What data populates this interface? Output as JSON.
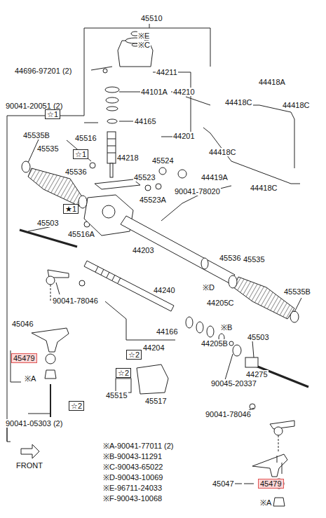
{
  "diagram": {
    "nodes": [
      {
        "text": [
          "☆1"
        ]
      },
      {
        "text": [
          "☆1"
        ]
      },
      {
        "text": [
          "★1"
        ]
      },
      {
        "text": [
          "☆2"
        ]
      },
      {
        "text": [
          "☆2"
        ]
      },
      {
        "text": [
          "45479"
        ]
      },
      {
        "text": [
          "☆2"
        ]
      },
      {
        "text": [
          "45479"
        ]
      }
    ],
    "labels": [
      "45510",
      "※E",
      "※C",
      "44696-97201 (2)",
      "44211",
      "90041-20051 (2)",
      "44101A",
      "44210",
      "44165",
      "44201",
      "44418A",
      "44418C",
      "44418C",
      "45535B",
      "45535",
      "45516",
      "44218",
      "45524",
      "44418C",
      "45536",
      "45523",
      "44419A",
      "44418C",
      "90041-78020",
      "45523A",
      "45503",
      "45516A",
      "44203",
      "45536",
      "45535",
      "90041-78046",
      "44240",
      "※D",
      "45535B",
      "44205C",
      "45046",
      "44166",
      "※B",
      "44205B",
      "44204",
      "45503",
      "※A",
      "44275",
      "90045-20337",
      "45515",
      "45517",
      "90041-05303 (2)",
      "90041-78046",
      "FRONT",
      "※A-90041-77011 (2)",
      "※B-90043-11291",
      "※C-90043-65022",
      "※D-90043-10069",
      "※E-96711-24033",
      "※F-90043-10068",
      "45047",
      "※A"
    ]
  }
}
